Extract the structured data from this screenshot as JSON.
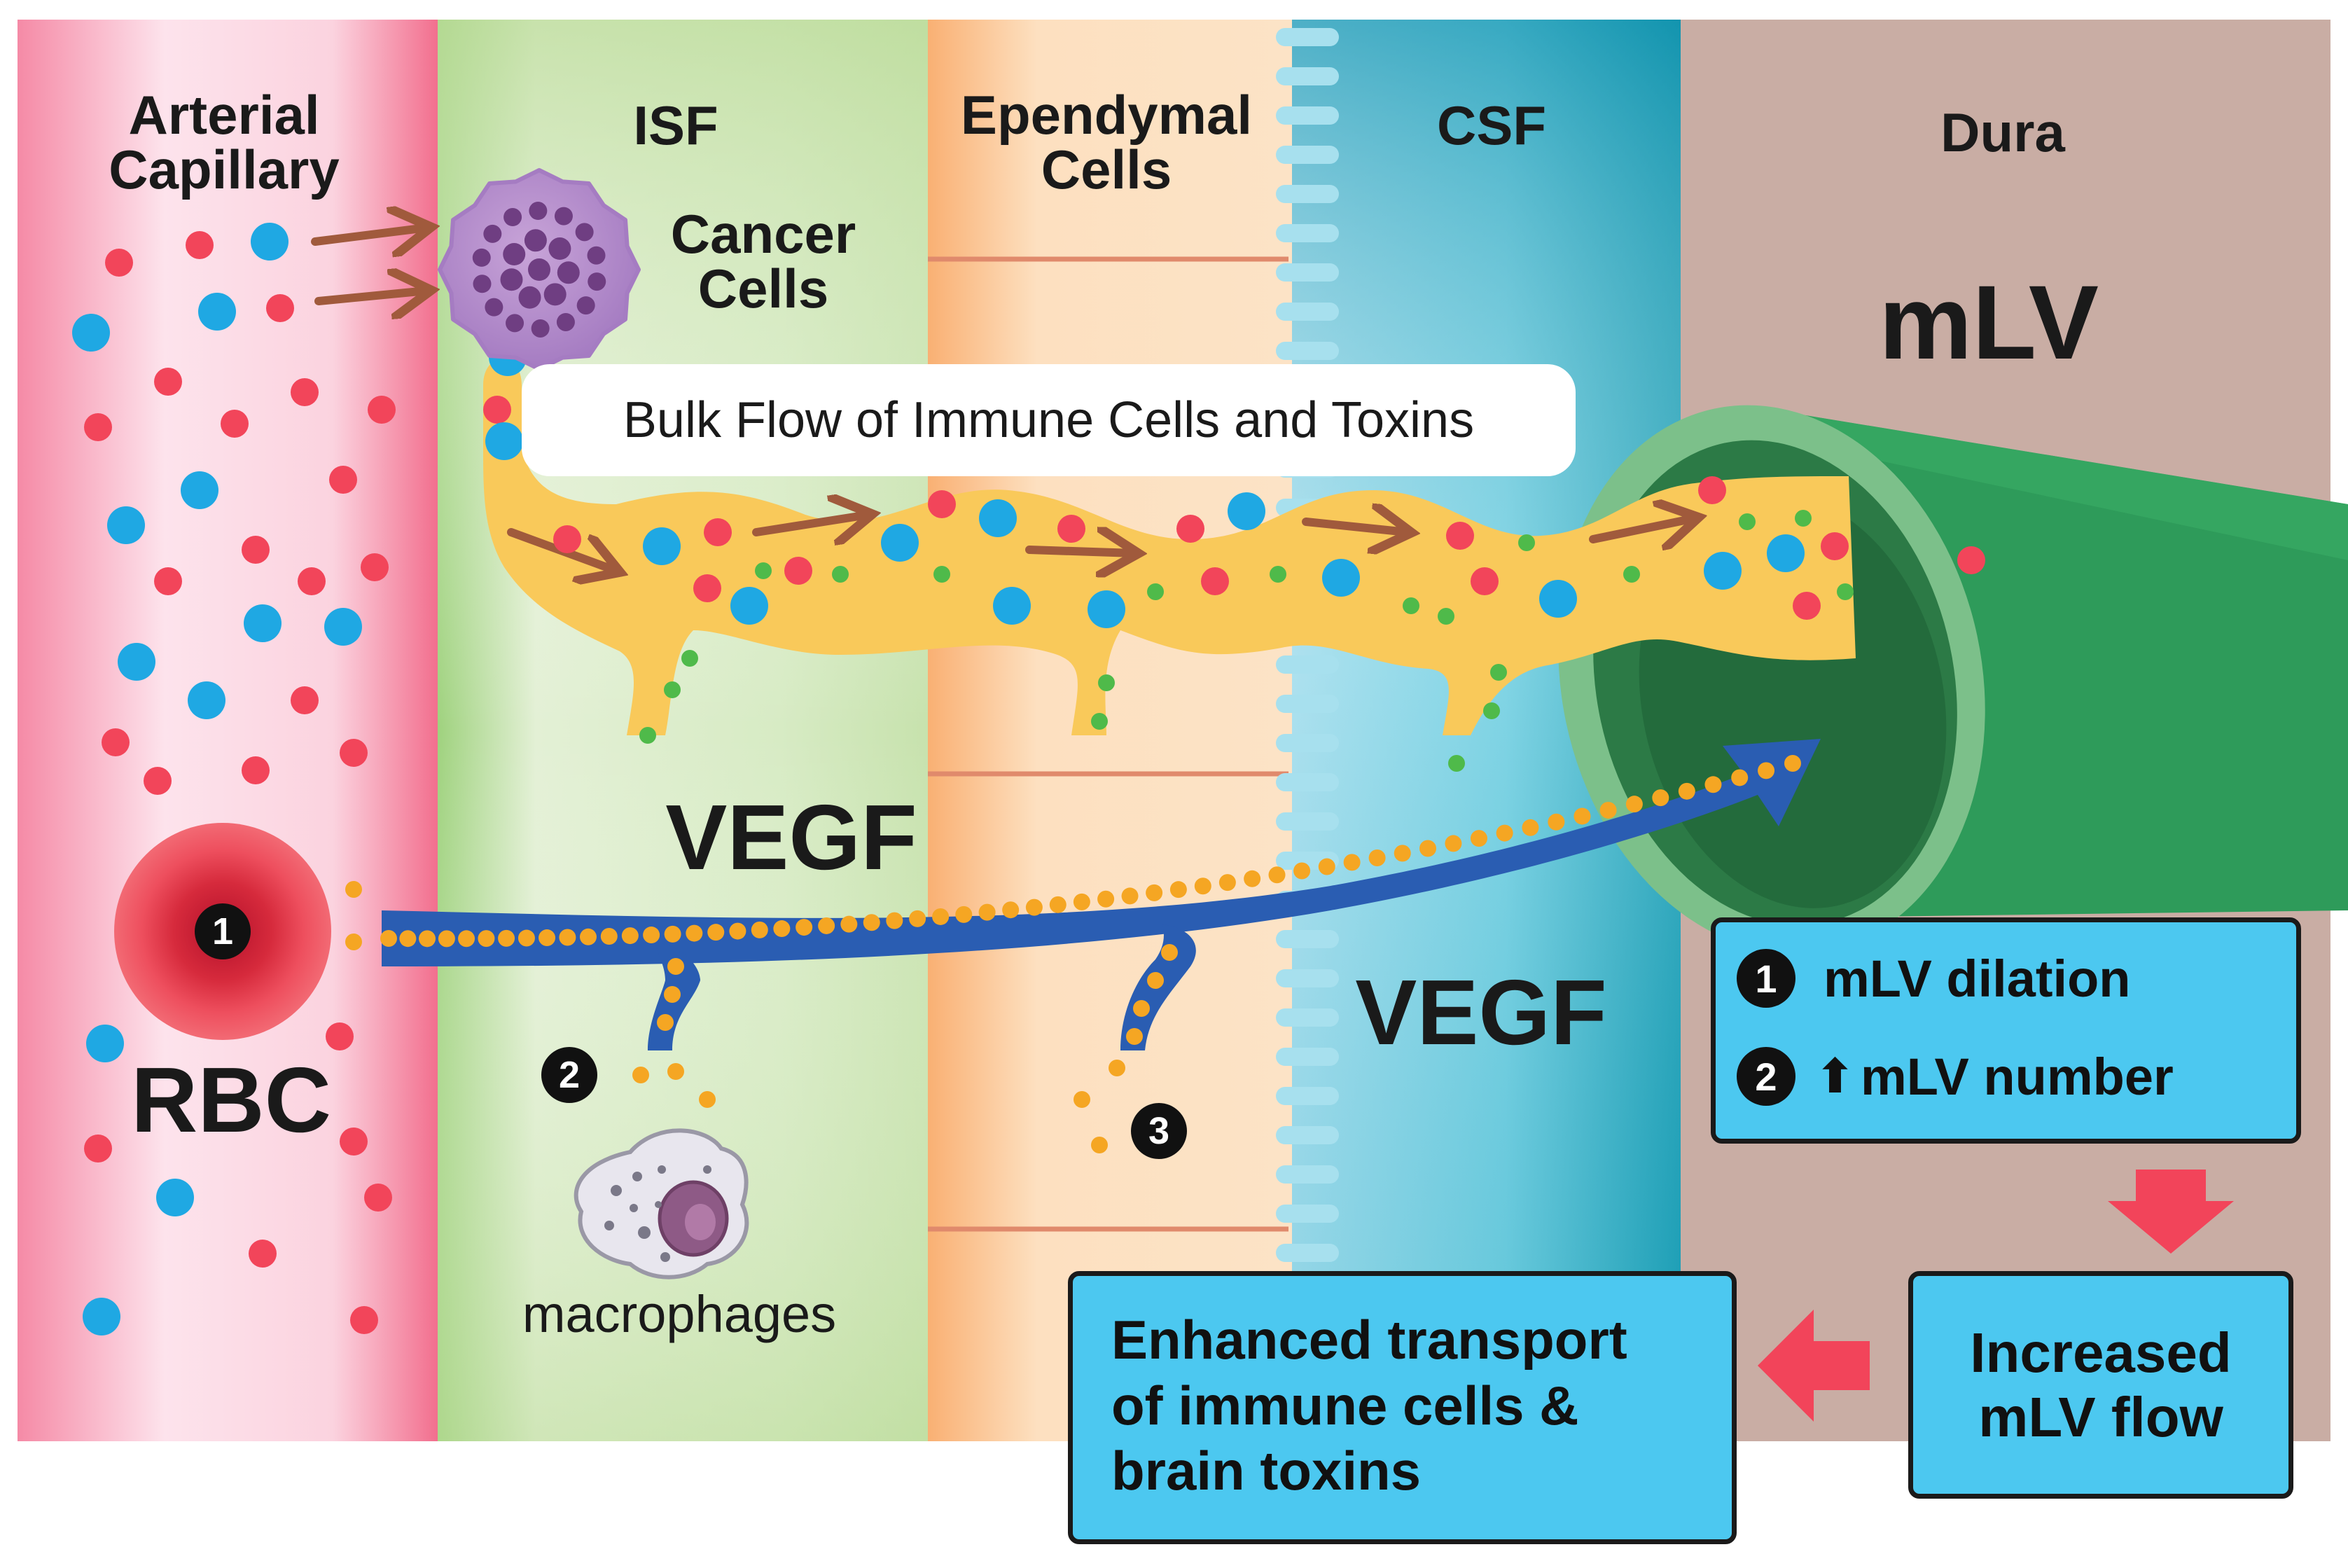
{
  "colors": {
    "arterial": "#f7a9bf",
    "isf": "#cfe6b8",
    "ependymal": "#fbd1a4",
    "csf": "#3cb9d0",
    "dura": "#c9ada4",
    "red_dot": "#f2455a",
    "blue_dot": "#1fa8e3",
    "green_dot": "#4fba4a",
    "flow_yellow": "#f9c95a",
    "vegf_blue": "#2a5db2",
    "vegf_dot": "#f5a623",
    "mlv_green": "#2e9b5a",
    "info_box": "#4cc8f0",
    "arrow_red": "#f2445a",
    "brown_arrow": "#a05a3c"
  },
  "bands": {
    "arterial": "Arterial\nCapillary",
    "isf": "ISF",
    "ependymal": "Ependymal\nCells",
    "csf": "CSF",
    "dura": "Dura"
  },
  "labels": {
    "cancer_cells": "Cancer\nCells",
    "bulk_flow": "Bulk Flow of Immune Cells and Toxins",
    "mlv": "mLV",
    "vegf_top": "VEGF",
    "vegf_bottom": "VEGF",
    "rbc": "RBC",
    "macrophages": "macrophages"
  },
  "markers": {
    "one": "1",
    "two": "2",
    "three": "3"
  },
  "info_box": {
    "row1_num": "1",
    "row1_text": "mLV dilation",
    "row2_num": "2",
    "row2_arrow": "⬆",
    "row2_text": "mLV number"
  },
  "flow_box": "Increased\nmLV flow",
  "transport_box": "Enhanced transport\nof immune cells &\nbrain toxins",
  "icons": [
    "right-arrow-icon",
    "down-arrow-icon",
    "left-arrow-icon",
    "cancer-cell-icon",
    "macrophage-icon",
    "rbc-icon",
    "mlv-vessel-icon"
  ]
}
